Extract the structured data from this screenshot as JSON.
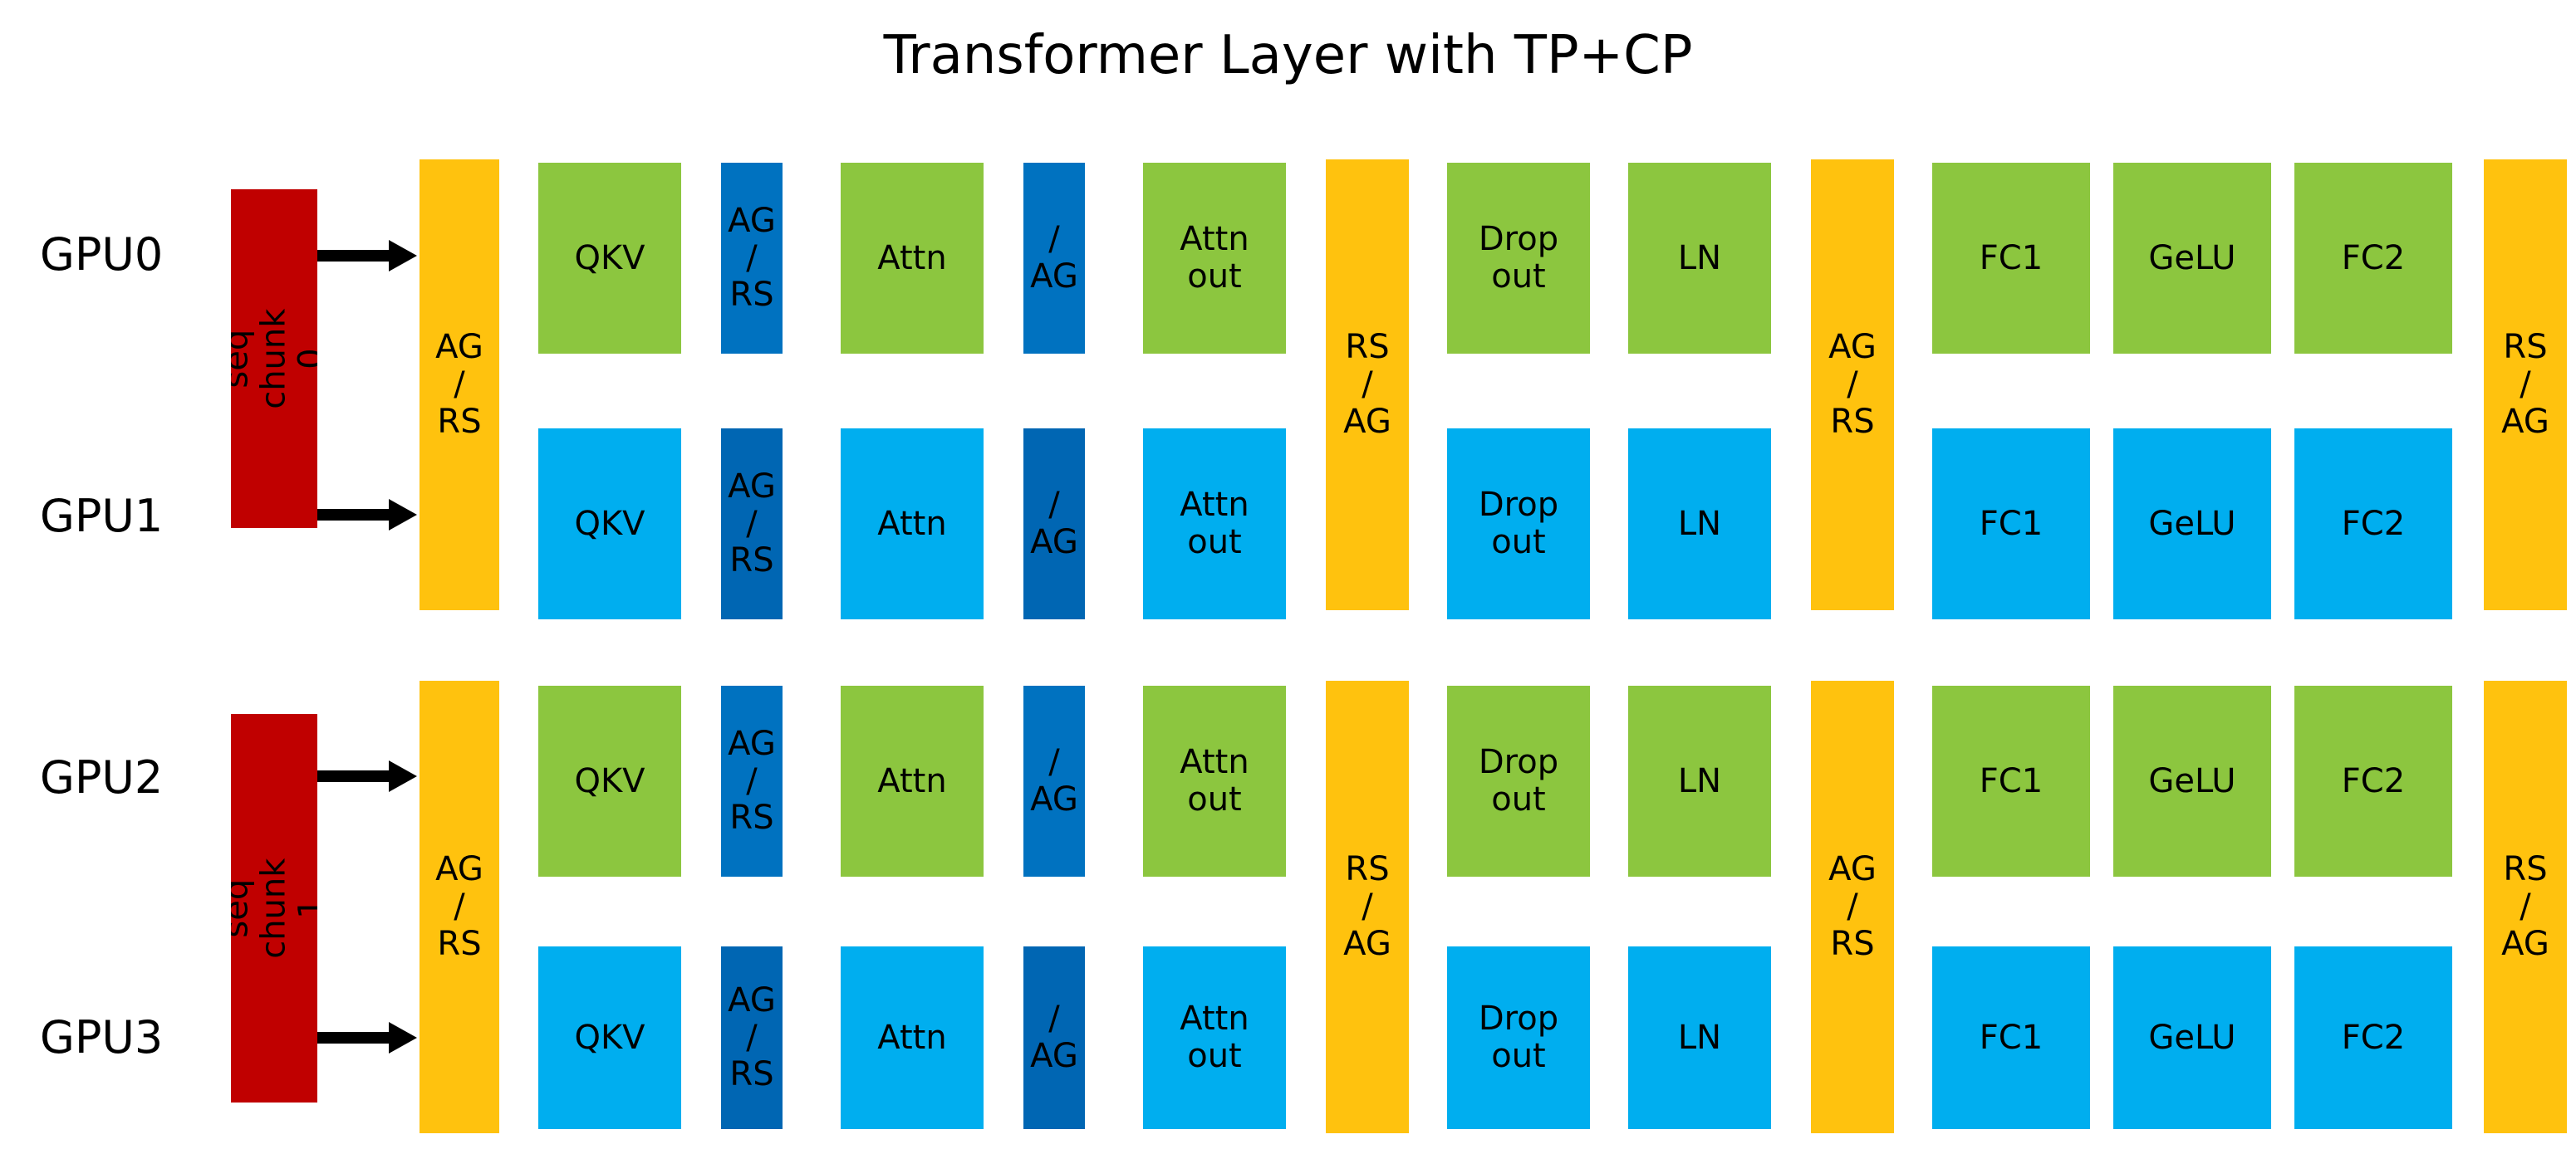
{
  "title": "Transformer Layer with TP+CP",
  "colors": {
    "green": "#8CC63F",
    "light_blue": "#00AEEF",
    "dark_blue": "#0072C0",
    "dark_blue_alt": "#0066B3",
    "yellow": "#FFC20E",
    "red": "#C00000",
    "text": "#000000",
    "background": "#FFFFFF"
  },
  "gpu_labels": [
    {
      "id": "gpu0",
      "text": "GPU0"
    },
    {
      "id": "gpu1",
      "text": "GPU1"
    },
    {
      "id": "gpu2",
      "text": "GPU2"
    },
    {
      "id": "gpu3",
      "text": "GPU3"
    }
  ],
  "seq_chunks": [
    {
      "id": "seq-chunk-0",
      "text": "seq chunk 0"
    },
    {
      "id": "seq-chunk-1",
      "text": "seq chunk 1"
    }
  ],
  "comm_columns": [
    {
      "id": "comm-0",
      "text": "AG\n/\nRS"
    },
    {
      "id": "comm-1",
      "text": "RS\n/\nAG"
    },
    {
      "id": "comm-2",
      "text": "AG\n/\nRS"
    },
    {
      "id": "comm-3",
      "text": "RS\n/\nAG"
    }
  ],
  "pipeline_stages": [
    {
      "id": "qkv",
      "text": "QKV",
      "kind": "compute"
    },
    {
      "id": "agrs-1",
      "text": "AG\n/\nRS",
      "kind": "comm-inline"
    },
    {
      "id": "attn",
      "text": "Attn",
      "kind": "compute"
    },
    {
      "id": "ag-1",
      "text": "/\nAG",
      "kind": "comm-inline"
    },
    {
      "id": "attn-out",
      "text": "Attn\nout",
      "kind": "compute"
    },
    {
      "id": "dropout",
      "text": "Drop\nout",
      "kind": "compute"
    },
    {
      "id": "ln",
      "text": "LN",
      "kind": "compute"
    },
    {
      "id": "fc1",
      "text": "FC1",
      "kind": "compute"
    },
    {
      "id": "gelu",
      "text": "GeLU",
      "kind": "compute"
    },
    {
      "id": "fc2",
      "text": "FC2",
      "kind": "compute"
    }
  ],
  "rows": [
    {
      "id": "row-gpu0",
      "gpu": "GPU0",
      "theme": "green",
      "cells": [
        "QKV",
        "AG\n/\nRS",
        "Attn",
        "/\nAG",
        "Attn\nout",
        "Drop\nout",
        "LN",
        "FC1",
        "GeLU",
        "FC2"
      ]
    },
    {
      "id": "row-gpu1",
      "gpu": "GPU1",
      "theme": "light_blue",
      "cells": [
        "QKV",
        "AG\n/\nRS",
        "Attn",
        "/\nAG",
        "Attn\nout",
        "Drop\nout",
        "LN",
        "FC1",
        "GeLU",
        "FC2"
      ]
    },
    {
      "id": "row-gpu2",
      "gpu": "GPU2",
      "theme": "green",
      "cells": [
        "QKV",
        "AG\n/\nRS",
        "Attn",
        "/\nAG",
        "Attn\nout",
        "Drop\nout",
        "LN",
        "FC1",
        "GeLU",
        "FC2"
      ]
    },
    {
      "id": "row-gpu3",
      "gpu": "GPU3",
      "theme": "light_blue",
      "cells": [
        "QKV",
        "AG\n/\nRS",
        "Attn",
        "/\nAG",
        "Attn\nout",
        "Drop\nout",
        "LN",
        "FC1",
        "GeLU",
        "FC2"
      ]
    }
  ]
}
